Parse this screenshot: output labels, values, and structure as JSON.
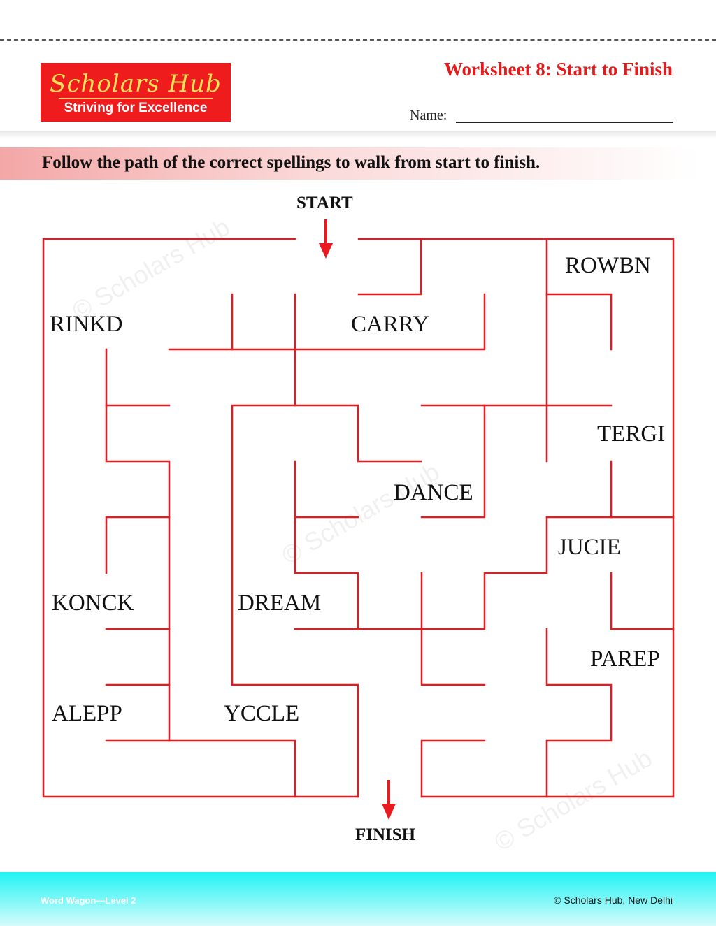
{
  "header": {
    "logo_brand": "Scholars Hub",
    "logo_tagline": "Striving for Excellence",
    "worksheet_title": "Worksheet 8: Start to Finish",
    "name_label": "Name:"
  },
  "instructions": "Follow the path of the correct spellings to walk from start to finish.",
  "maze": {
    "start_label": "START",
    "finish_label": "FINISH",
    "line_color": "#e8191f",
    "words": [
      "ROWBN",
      "RINKD",
      "CARRY",
      "TERGI",
      "DANCE",
      "JUCIE",
      "KONCK",
      "DREAM",
      "PAREP",
      "ALEPP",
      "YCCLE"
    ]
  },
  "watermark": "© Scholars Hub",
  "footer": {
    "left": "Word Wagon—Level 2",
    "right": "© Scholars Hub, New Delhi"
  }
}
